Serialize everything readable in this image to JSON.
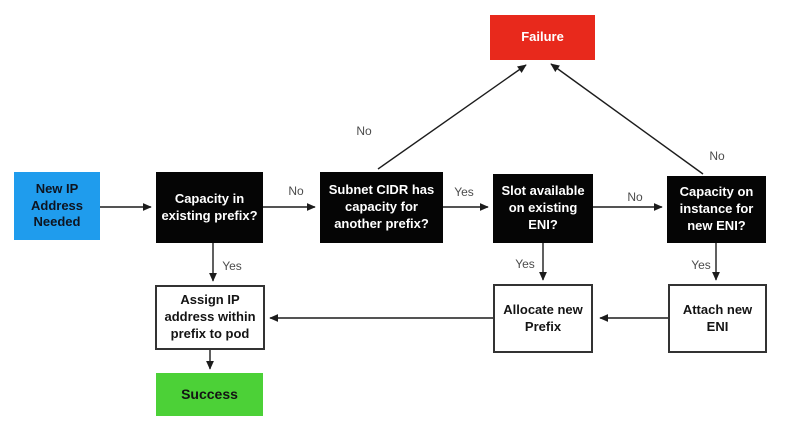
{
  "colors": {
    "start_bg": "#1f9ced",
    "decision_bg": "#050505",
    "decision_text": "#ffffff",
    "action_bg": "#ffffff",
    "action_border": "#333333",
    "failure_bg": "#e8291c",
    "success_bg": "#4cd137",
    "edge_label_text": "#4c4c4c",
    "arrow_line": "#1c1c1c"
  },
  "nodes": {
    "start": {
      "label": "New IP Address Needed",
      "type": "start"
    },
    "capacity": {
      "label": "Capacity in existing prefix?",
      "type": "decision"
    },
    "subnet": {
      "label": "Subnet CIDR has capacity for another prefix?",
      "type": "decision"
    },
    "slot": {
      "label": "Slot available on existing ENI?",
      "type": "decision"
    },
    "capacity_eni": {
      "label": "Capacity on instance for new ENI?",
      "type": "decision"
    },
    "failure": {
      "label": "Failure",
      "type": "end-failure"
    },
    "assign": {
      "label": "Assign IP address within prefix to pod",
      "type": "action"
    },
    "allocate": {
      "label": "Allocate new Prefix",
      "type": "action"
    },
    "attach": {
      "label": "Attach new ENI",
      "type": "action"
    },
    "success": {
      "label": "Success",
      "type": "end-success"
    }
  },
  "edges": [
    {
      "from": "New IP Address Needed",
      "to": "Capacity in existing prefix?",
      "label": ""
    },
    {
      "from": "Capacity in existing prefix?",
      "to": "Subnet CIDR has capacity for another prefix?",
      "label": "No"
    },
    {
      "from": "Subnet CIDR has capacity for another prefix?",
      "to": "Slot available on existing ENI?",
      "label": "Yes"
    },
    {
      "from": "Slot available on existing ENI?",
      "to": "Capacity on instance for new ENI?",
      "label": "No"
    },
    {
      "from": "Subnet CIDR has capacity for another prefix?",
      "to": "Failure",
      "label": "No"
    },
    {
      "from": "Capacity on instance for new ENI?",
      "to": "Failure",
      "label": "No"
    },
    {
      "from": "Capacity in existing prefix?",
      "to": "Assign IP address within prefix to pod",
      "label": "Yes"
    },
    {
      "from": "Slot available on existing ENI?",
      "to": "Allocate new Prefix",
      "label": "Yes"
    },
    {
      "from": "Capacity on instance for new ENI?",
      "to": "Attach new ENI",
      "label": "Yes"
    },
    {
      "from": "Attach new ENI",
      "to": "Allocate new Prefix",
      "label": ""
    },
    {
      "from": "Allocate new Prefix",
      "to": "Assign IP address within prefix to pod",
      "label": ""
    },
    {
      "from": "Assign IP address within prefix to pod",
      "to": "Success",
      "label": ""
    }
  ]
}
